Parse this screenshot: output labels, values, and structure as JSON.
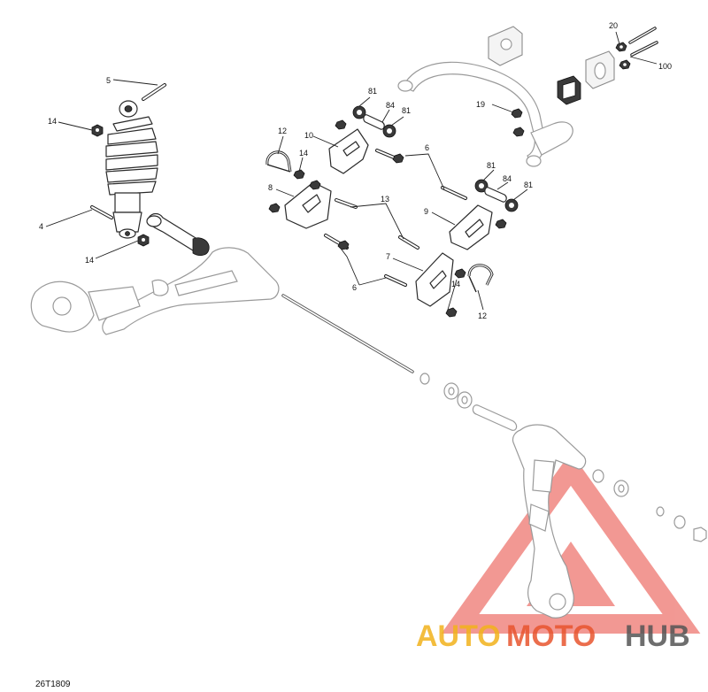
{
  "diagram_code": "26T1809",
  "callouts": {
    "c5": "5",
    "c14a": "14",
    "c4": "4",
    "c14b": "14",
    "c81a": "81",
    "c84a": "84",
    "c81b": "81",
    "c12a": "12",
    "c10": "10",
    "c14c": "14",
    "c6a": "6",
    "c8": "8",
    "c13": "13",
    "c9": "9",
    "c7": "7",
    "c6b": "6",
    "c14d": "14",
    "c12b": "12",
    "c19": "19",
    "c20": "20",
    "c100": "100",
    "c81c": "81",
    "c84b": "84",
    "c81d": "81"
  },
  "watermark": {
    "auto": "AUTO",
    "moto": "MOTO",
    "hub": "HUB",
    "colors": {
      "auto": "#f2b21c",
      "moto": "#e8552f",
      "hub": "#555555",
      "triangle": "#e8453c"
    }
  }
}
